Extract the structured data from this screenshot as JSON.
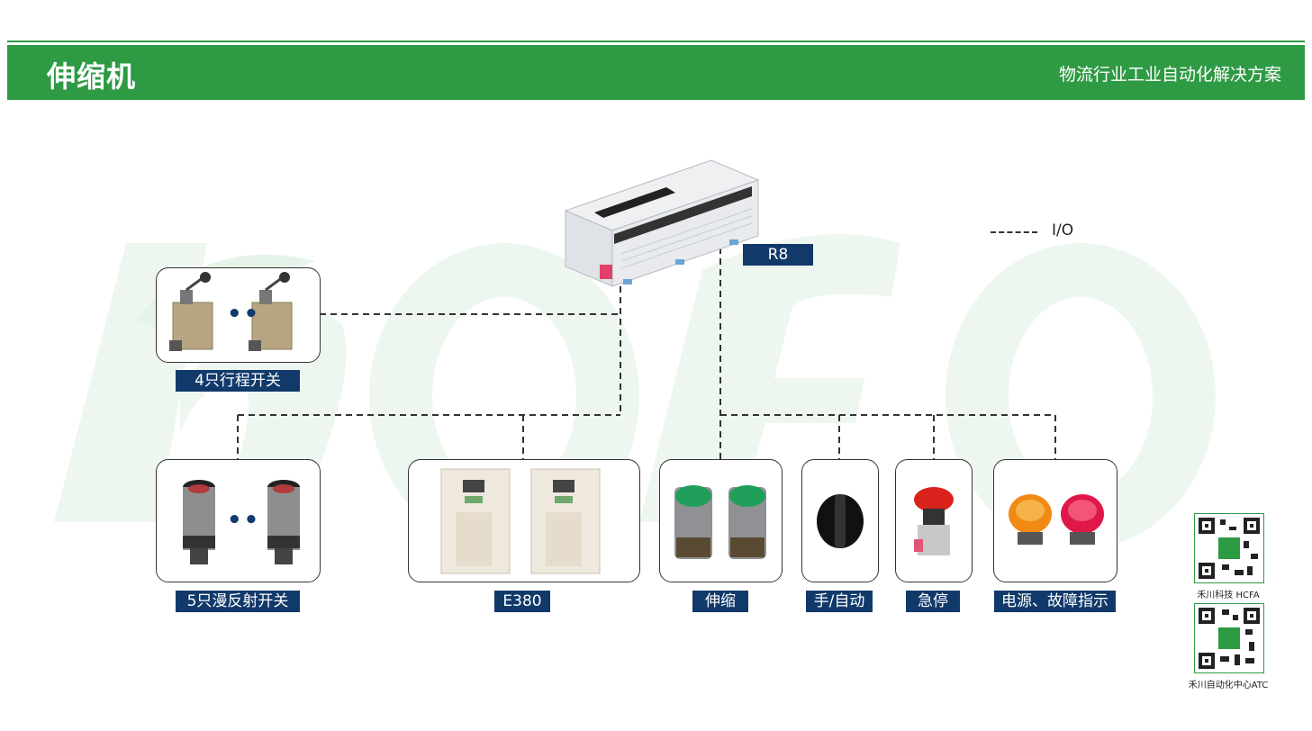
{
  "header": {
    "title": "伸缩机",
    "subtitle": "物流行业工业自动化解决方案"
  },
  "legend": {
    "label": "I/O"
  },
  "controller": {
    "label": "R8"
  },
  "devices": {
    "limit_switch": "4只行程开关",
    "photo_switch": "5只漫反射开关",
    "inverter": "E380",
    "extend_button": "伸缩",
    "mode_selector": "手/自动",
    "estop": "急停",
    "indicators": "电源、故障指示"
  },
  "watermark_text": "HCFA",
  "qr_codes": [
    {
      "caption": "禾川科技 HCFA"
    },
    {
      "caption": "禾川自动化中心ATC"
    }
  ],
  "colors": {
    "brand_green": "#2e9a44",
    "label_navy": "#113a6b",
    "line": "#333333"
  }
}
